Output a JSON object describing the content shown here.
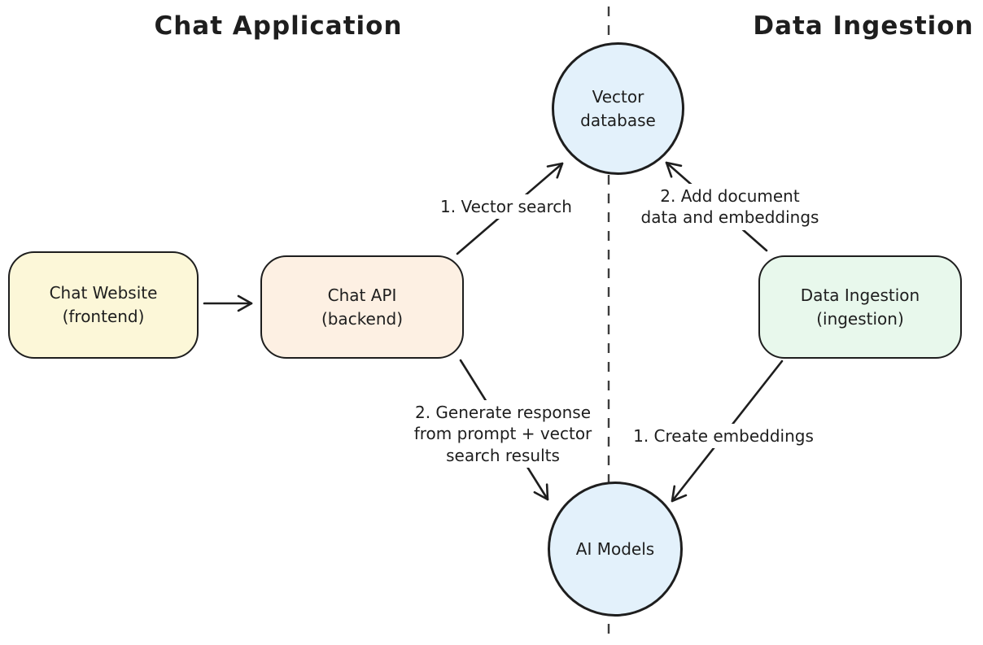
{
  "colors": {
    "background": "#ffffff",
    "stroke": "#1e1e1e",
    "divider": "#3d3d3d",
    "node_blue": "#e3f1fb",
    "node_yellow": "#fcf7d8",
    "node_peach": "#fdf0e3",
    "node_green": "#e8f8ec"
  },
  "titles": {
    "left": "Chat Application",
    "right": "Data Ingestion"
  },
  "nodes": {
    "vector_database": {
      "line1": "Vector",
      "line2": "database"
    },
    "ai_models": {
      "line1": "AI Models"
    },
    "chat_website": {
      "line1": "Chat Website",
      "line2": "(frontend)"
    },
    "chat_api": {
      "line1": "Chat API",
      "line2": "(backend)"
    },
    "data_ingestion": {
      "line1": "Data Ingestion",
      "line2": "(ingestion)"
    }
  },
  "edge_labels": {
    "vector_search": "1. Vector search",
    "add_document": {
      "line1": "2. Add document",
      "line2": "data and embeddings"
    },
    "generate_response": {
      "line1": "2. Generate response",
      "line2": "from prompt + vector",
      "line3": "search results"
    },
    "create_embeddings": "1. Create embeddings"
  }
}
